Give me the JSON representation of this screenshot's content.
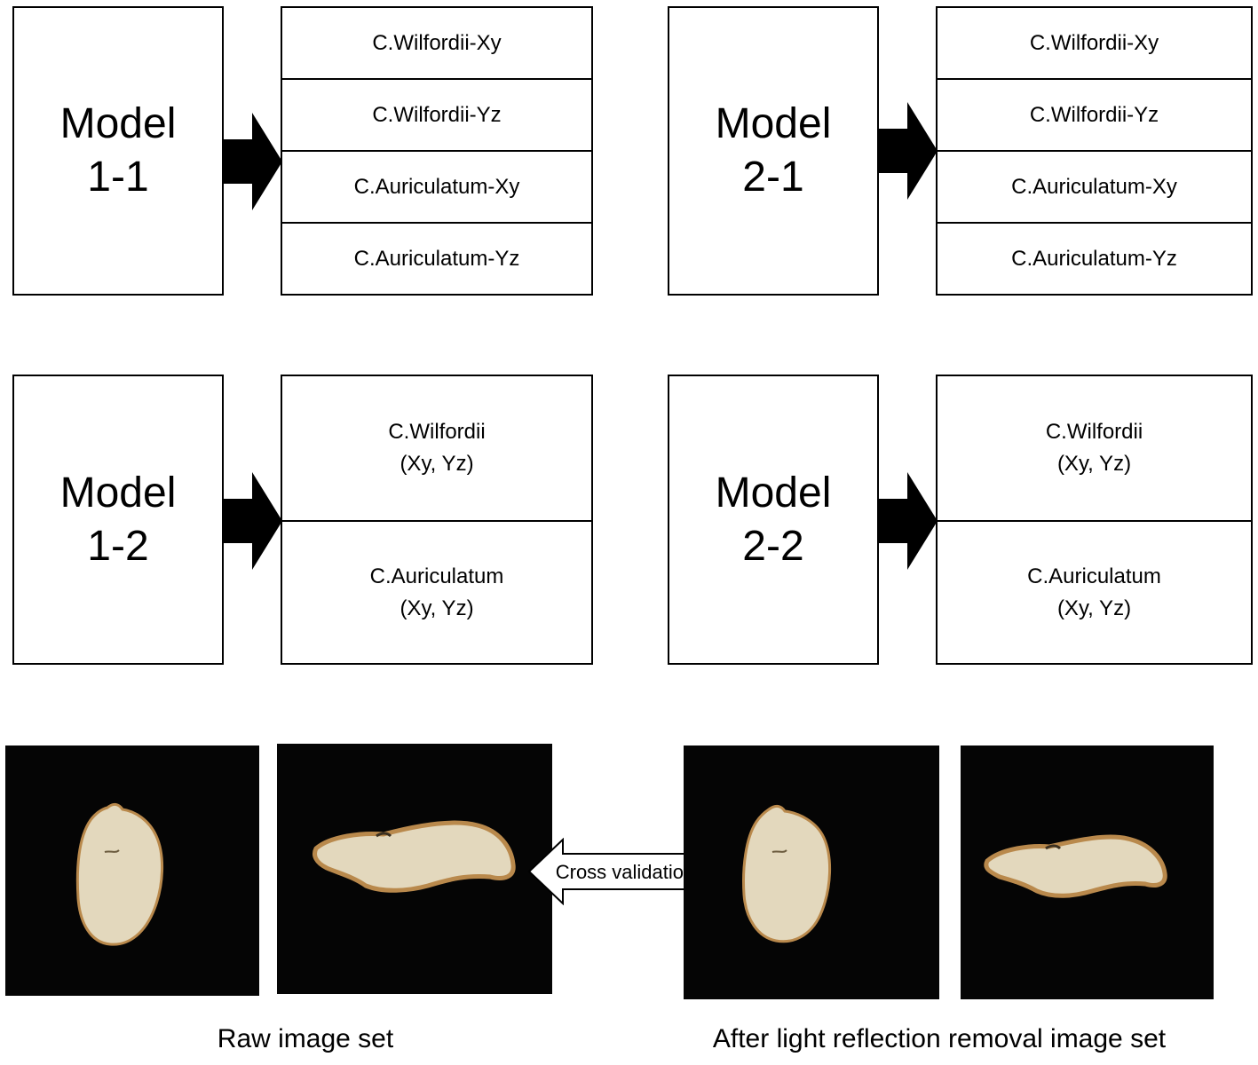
{
  "models": [
    {
      "line1": "Model",
      "line2": "1-1",
      "classes": [
        {
          "line1": "C.Wilfordii-Xy",
          "line2": ""
        },
        {
          "line1": "C.Wilfordii-Yz",
          "line2": ""
        },
        {
          "line1": "C.Auriculatum-Xy",
          "line2": ""
        },
        {
          "line1": "C.Auriculatum-Yz",
          "line2": ""
        }
      ]
    },
    {
      "line1": "Model",
      "line2": "2-1",
      "classes": [
        {
          "line1": "C.Wilfordii-Xy",
          "line2": ""
        },
        {
          "line1": "C.Wilfordii-Yz",
          "line2": ""
        },
        {
          "line1": "C.Auriculatum-Xy",
          "line2": ""
        },
        {
          "line1": "C.Auriculatum-Yz",
          "line2": ""
        }
      ]
    },
    {
      "line1": "Model",
      "line2": "1-2",
      "classes": [
        {
          "line1": "C.Wilfordii",
          "line2": "(Xy, Yz)"
        },
        {
          "line1": "C.Auriculatum",
          "line2": "(Xy, Yz)"
        }
      ]
    },
    {
      "line1": "Model",
      "line2": "2-2",
      "classes": [
        {
          "line1": "C.Wilfordii",
          "line2": "(Xy, Yz)"
        },
        {
          "line1": "C.Auriculatum",
          "line2": "(Xy, Yz)"
        }
      ]
    }
  ],
  "cross_validation_label": "Cross validation",
  "captions": {
    "raw": "Raw image set",
    "removal": "After light reflection removal image set"
  },
  "colors": {
    "photo_background": "#050505",
    "specimen_fill": "#e3d8bd",
    "specimen_edge": "#b9894c",
    "line": "#000000"
  }
}
